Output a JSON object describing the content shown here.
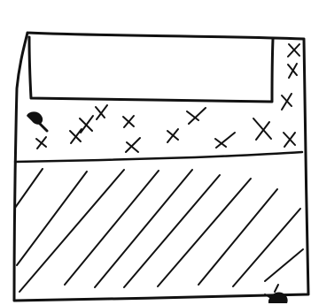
{
  "drawing": {
    "style": "hand-drawn ink sketch on white paper",
    "ink_color": "#111111",
    "paper_color": "#ffffff",
    "regions": [
      {
        "name": "blank-top-region",
        "fill": "empty"
      },
      {
        "name": "cross-band",
        "fill": "cross-marks"
      },
      {
        "name": "right-cross-column",
        "fill": "cross-marks"
      },
      {
        "name": "hatched-bottom-region",
        "fill": "diagonal-hatching"
      }
    ],
    "icons": [
      "pushpin-icon",
      "corner-ink-blot-icon"
    ]
  }
}
